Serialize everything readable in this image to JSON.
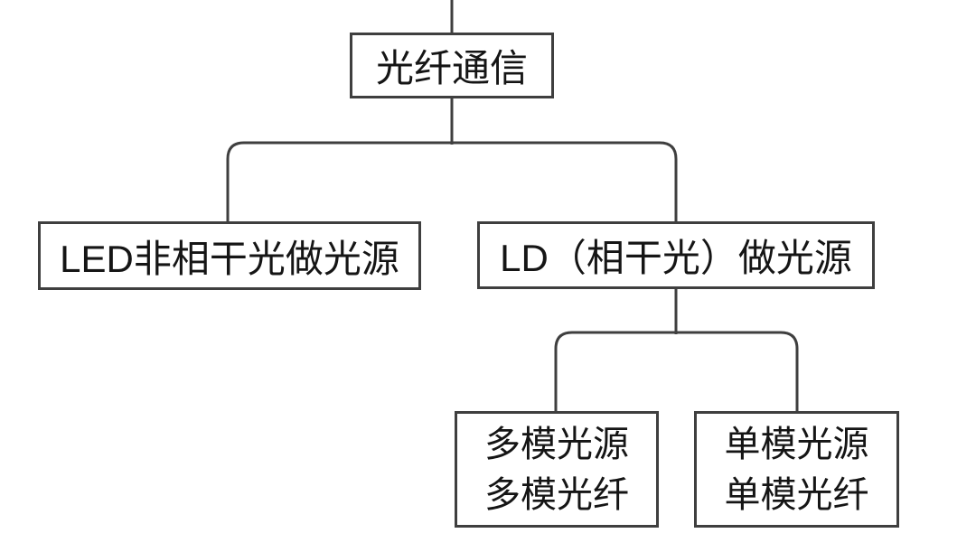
{
  "colors": {
    "line": "#3f3f3f",
    "text": "#151515",
    "background": "#ffffff"
  },
  "tree": {
    "label": "光纤通信",
    "children": [
      {
        "label": "LED非相干光做光源"
      },
      {
        "label": "LD（相干光）做光源",
        "children": [
          {
            "lines": [
              "多模光源",
              "多模光纤"
            ]
          },
          {
            "lines": [
              "单模光源",
              "单模光纤"
            ]
          }
        ]
      }
    ]
  }
}
